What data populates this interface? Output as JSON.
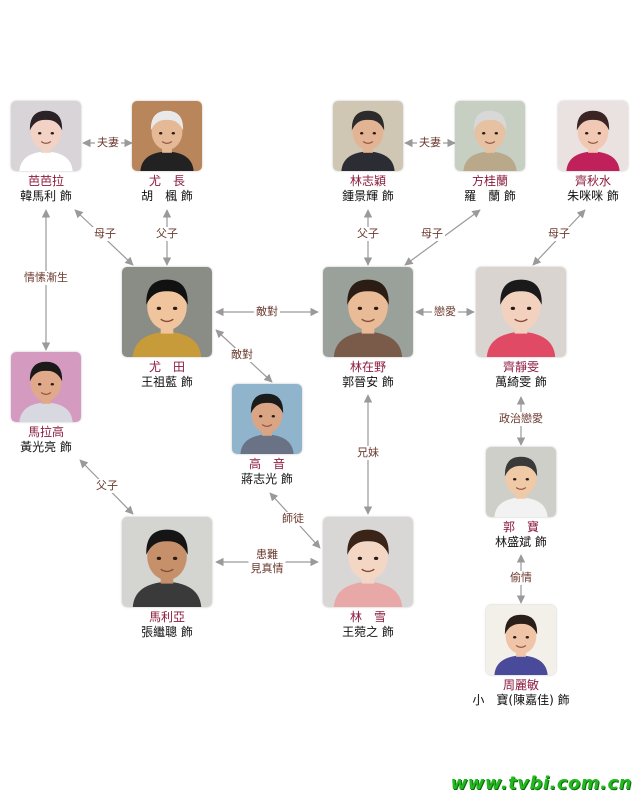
{
  "characters": {
    "babala": {
      "name": "芭芭拉",
      "actor": "韓馬利 飾",
      "bg": "#d9d4d8",
      "hair": "#2a2226",
      "skin": "#f1d2c4",
      "cloth": "#ffffff"
    },
    "youzhang": {
      "name": "尤　長",
      "actor": "胡　楓 飾",
      "bg": "#b9855a",
      "hair": "#e9e9e9",
      "skin": "#e5b896",
      "cloth": "#222222"
    },
    "linzhiying": {
      "name": "林志穎",
      "actor": "鍾景輝 飾",
      "bg": "#cfc6b4",
      "hair": "#2b2b2b",
      "skin": "#e2b493",
      "cloth": "#2c2c34"
    },
    "fangguilan": {
      "name": "方桂蘭",
      "actor": "羅　蘭 飾",
      "bg": "#c7cfc3",
      "hair": "#d8d8d8",
      "skin": "#e6c2a2",
      "cloth": "#b9a98a"
    },
    "qiqiushui": {
      "name": "齊秋水",
      "actor": "朱咪咪 飾",
      "bg": "#e9e2e0",
      "hair": "#3a2424",
      "skin": "#f0c8b4",
      "cloth": "#c0215a"
    },
    "youtian": {
      "name": "尤　田",
      "actor": "王祖藍 飾",
      "bg": "#8a8c86",
      "hair": "#111111",
      "skin": "#f0c59e",
      "cloth": "#c79a3a"
    },
    "linzaiye": {
      "name": "林在野",
      "actor": "郭晉安 飾",
      "bg": "#9aa19a",
      "hair": "#2b1d14",
      "skin": "#e9bb96",
      "cloth": "#7a5a48"
    },
    "qijingwen": {
      "name": "齊靜雯",
      "actor": "萬綺雯 飾",
      "bg": "#d9d4cf",
      "hair": "#1a1a1a",
      "skin": "#f2d1bf",
      "cloth": "#e04a64"
    },
    "malagao": {
      "name": "馬拉高",
      "actor": "黃光亮 飾",
      "bg": "#d59ac0",
      "hair": "#1a1a1a",
      "skin": "#e0a98a",
      "cloth": "#d8d8e0"
    },
    "gaoyin": {
      "name": "高　音",
      "actor": "蔣志光 飾",
      "bg": "#8fb4cc",
      "hair": "#1b1b1b",
      "skin": "#d9a584",
      "cloth": "#6a7386"
    },
    "guobao": {
      "name": "郭　寶",
      "actor": "林盛斌 飾",
      "bg": "#cfcfc9",
      "hair": "#3a3a3a",
      "skin": "#f0caa6",
      "cloth": "#f2f2f2"
    },
    "maliya": {
      "name": "馬利亞",
      "actor": "張繼聰 飾",
      "bg": "#d4d4d0",
      "hair": "#151515",
      "skin": "#c6906b",
      "cloth": "#3a3a3a"
    },
    "linxue": {
      "name": "林　雪",
      "actor": "王菀之 飾",
      "bg": "#d9d7d6",
      "hair": "#3a2418",
      "skin": "#f3d6c4",
      "cloth": "#e8a8a8"
    },
    "zhoulimin": {
      "name": "周麗敏",
      "actor": "小　寶(陳嘉佳) 飾",
      "bg": "#f3efe9",
      "hair": "#2a1e18",
      "skin": "#f0c4a6",
      "cloth": "#4a4a9a"
    }
  },
  "relations": {
    "spouse1": "夫妻",
    "spouse2": "夫妻",
    "mother_son1": "母子",
    "father_son1": "父子",
    "father_son2": "父子",
    "mother_son2": "母子",
    "mother_daughter": "母子",
    "feelings": "情愫漸生",
    "rival1": "敵對",
    "rival2": "敵對",
    "love": "戀愛",
    "father_son3": "父子",
    "siblings": "兄妹",
    "political_love": "政治戀愛",
    "master": "師徒",
    "adversity_1": "患難",
    "adversity_2": "見真情",
    "secret_love": "偷情"
  },
  "colors": {
    "name": "#8b1b3d",
    "arrow": "#9a9a9a",
    "label": "#6b3a2e",
    "watermark": "#22b81e"
  },
  "watermark": "www.tvbi.com.cn"
}
